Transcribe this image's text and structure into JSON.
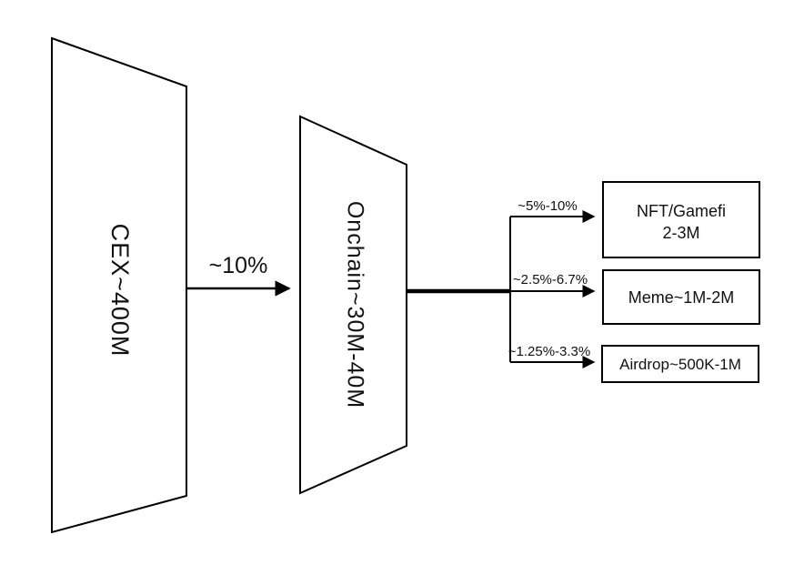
{
  "colors": {
    "background": "#ffffff",
    "stroke": "#000000",
    "text": "#111111"
  },
  "diagram": {
    "source": {
      "label": "CEX~400M"
    },
    "flow1": {
      "label": "~10%"
    },
    "stage2": {
      "label": "Onchain~30M-40M"
    },
    "branches": [
      {
        "percent": "~5%-10%",
        "box_line1": "NFT/Gamefi",
        "box_line2": "2-3M"
      },
      {
        "percent": "~2.5%-6.7%",
        "box_line1": "Meme~1M-2M"
      },
      {
        "percent": "~1.25%-3.3%",
        "box_line1": "Airdrop~500K-1M"
      }
    ]
  }
}
